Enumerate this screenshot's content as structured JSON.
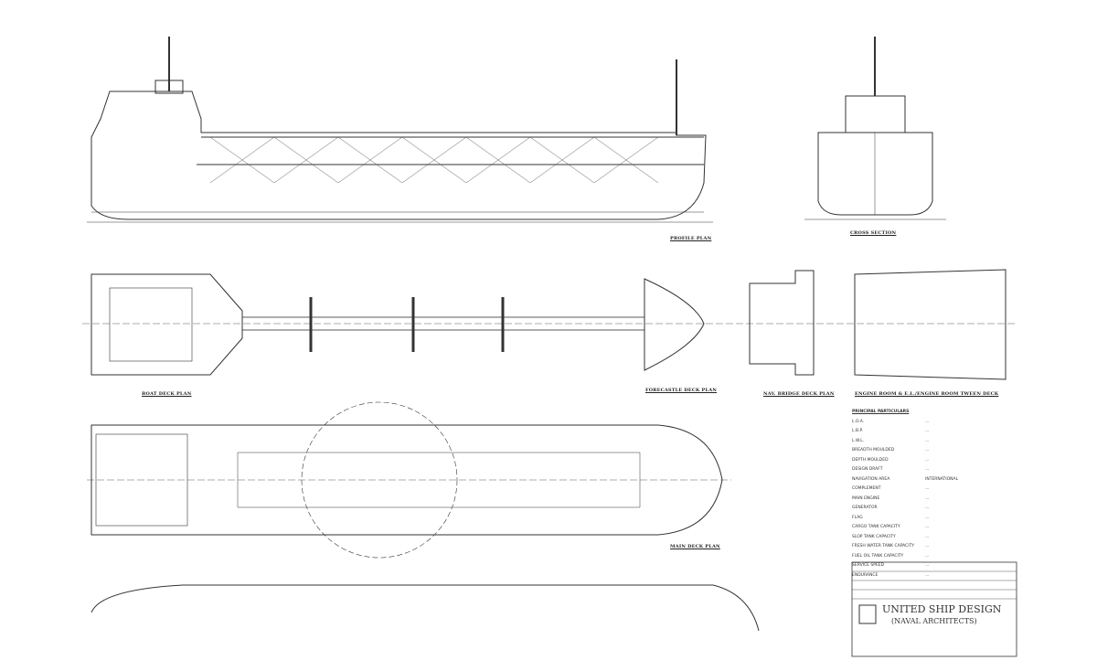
{
  "views": {
    "profile": "PROFILE PLAN",
    "cross_section": "CROSS SECTION",
    "boat_deck": "BOAT DECK PLAN",
    "forecastle_deck": "FORECASTLE DECK PLAN",
    "nav_bridge_deck": "NAV. BRIDGE DECK PLAN",
    "engine_room": "ENGINE ROOM & E.L./ENGINE ROOM TWEEN DECK",
    "main_deck": "MAIN DECK PLAN"
  },
  "particulars": {
    "title": "PRINCIPAL PARTICULARS",
    "rows": [
      {
        "k": "L.O.A.",
        "v": "…"
      },
      {
        "k": "L.B.P.",
        "v": "…"
      },
      {
        "k": "L.W.L.",
        "v": "…"
      },
      {
        "k": "BREADTH MOULDED",
        "v": "…"
      },
      {
        "k": "DEPTH MOULDED",
        "v": "…"
      },
      {
        "k": "DESIGN DRAFT",
        "v": "…"
      },
      {
        "k": "NAVIGATION AREA",
        "v": "INTERNATIONAL"
      },
      {
        "k": "COMPLEMENT",
        "v": "…"
      },
      {
        "k": "MAIN ENGINE",
        "v": "…"
      },
      {
        "k": "GENERATOR",
        "v": "…"
      },
      {
        "k": "FLAG",
        "v": "…"
      },
      {
        "k": "CARGO TANK CAPACITY",
        "v": "…"
      },
      {
        "k": "SLOP TANK CAPACITY",
        "v": "…"
      },
      {
        "k": "FRESH WATER TANK CAPACITY",
        "v": "…"
      },
      {
        "k": "FUEL OIL TANK CAPACITY",
        "v": "…"
      },
      {
        "k": "SERVICE SPEED",
        "v": "…"
      },
      {
        "k": "ENDURANCE",
        "v": "…"
      }
    ]
  },
  "title_block": {
    "company": "UNITED SHIP DESIGN",
    "subtitle": "(NAVAL ARCHITECTS)"
  }
}
